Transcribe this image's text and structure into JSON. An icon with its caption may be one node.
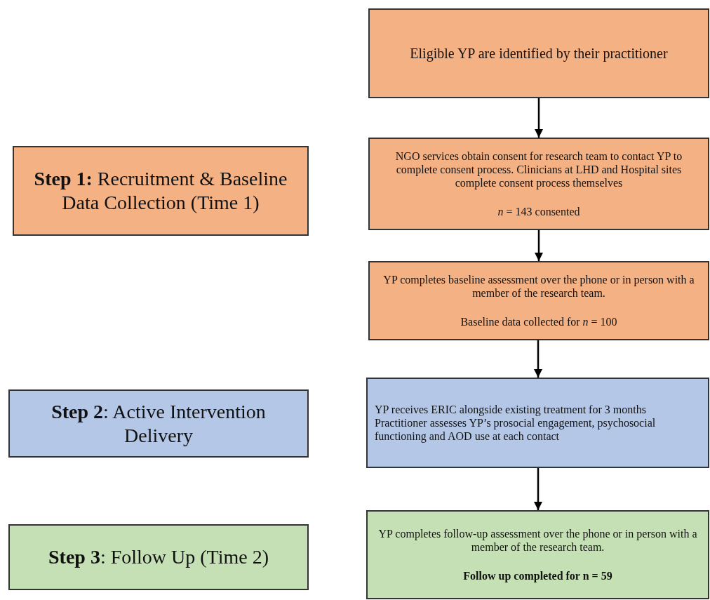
{
  "diagram": {
    "nodes": [
      {
        "text": [
          "**Step 1:** Recruitment & Baseline Data Collection (Time 1)"
        ]
      },
      {
        "text": [
          "**Step 2**: Active Intervention Delivery"
        ]
      },
      {
        "text": [
          "**Step 3**: Follow Up (Time 2)"
        ]
      },
      {
        "text": [
          "Eligible YP are identified by their practitioner"
        ]
      },
      {
        "text": [
          "NGO services obtain consent for research team to contact YP to complete consent process. Clinicians at LHD and Hospital sites complete consent process themselves",
          "*n* = 143 consented"
        ]
      },
      {
        "text": [
          "YP completes baseline assessment over the phone or in person with a member of the research team.",
          "Baseline data collected for *n* = 100"
        ]
      },
      {
        "text": [
          "YP receives ERIC alongside existing treatment for 3 months",
          "Practitioner assesses YP’s prosocial engagement, psychosocial functioning and AOD use at each contact"
        ]
      },
      {
        "text": [
          "YP completes follow-up assessment over the phone or in person with a member of the research team.",
          "Follow up completed for n = 59"
        ]
      }
    ],
    "edges": [
      {
        "from": 3,
        "to": 4,
        "arrow": "to"
      },
      {
        "from": 4,
        "to": 5,
        "arrow": "to"
      },
      {
        "from": 5,
        "to": 6,
        "arrow": "to"
      },
      {
        "from": 6,
        "to": 7,
        "arrow": "to"
      }
    ]
  }
}
